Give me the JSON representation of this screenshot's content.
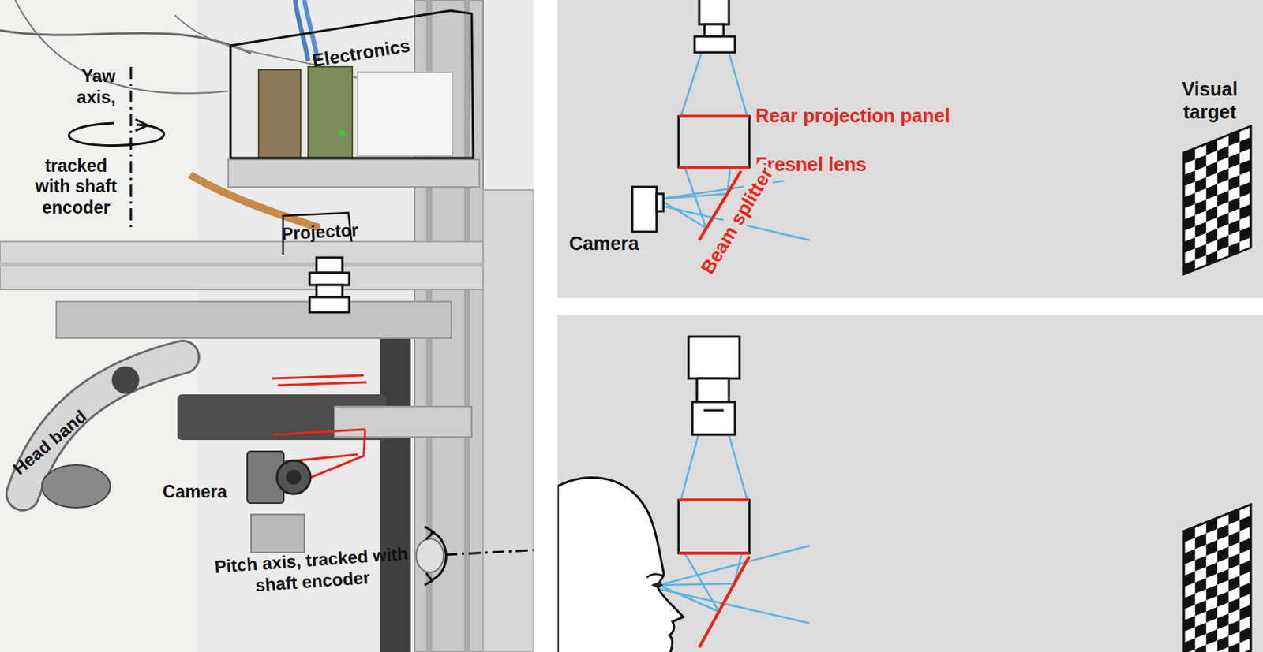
{
  "diagram": {
    "nodes": [
      {
        "text": [
          "Electronics"
        ]
      }
    ],
    "labels": [
      "Yaw axis,",
      "tracked with shaft encoder",
      "Projector",
      "Head band",
      "Camera",
      "Pitch axis, tracked with shaft encoder",
      "Rear projection panel",
      "Fresnel lens",
      "Camera",
      "Beam splitter",
      "Visual target"
    ]
  }
}
